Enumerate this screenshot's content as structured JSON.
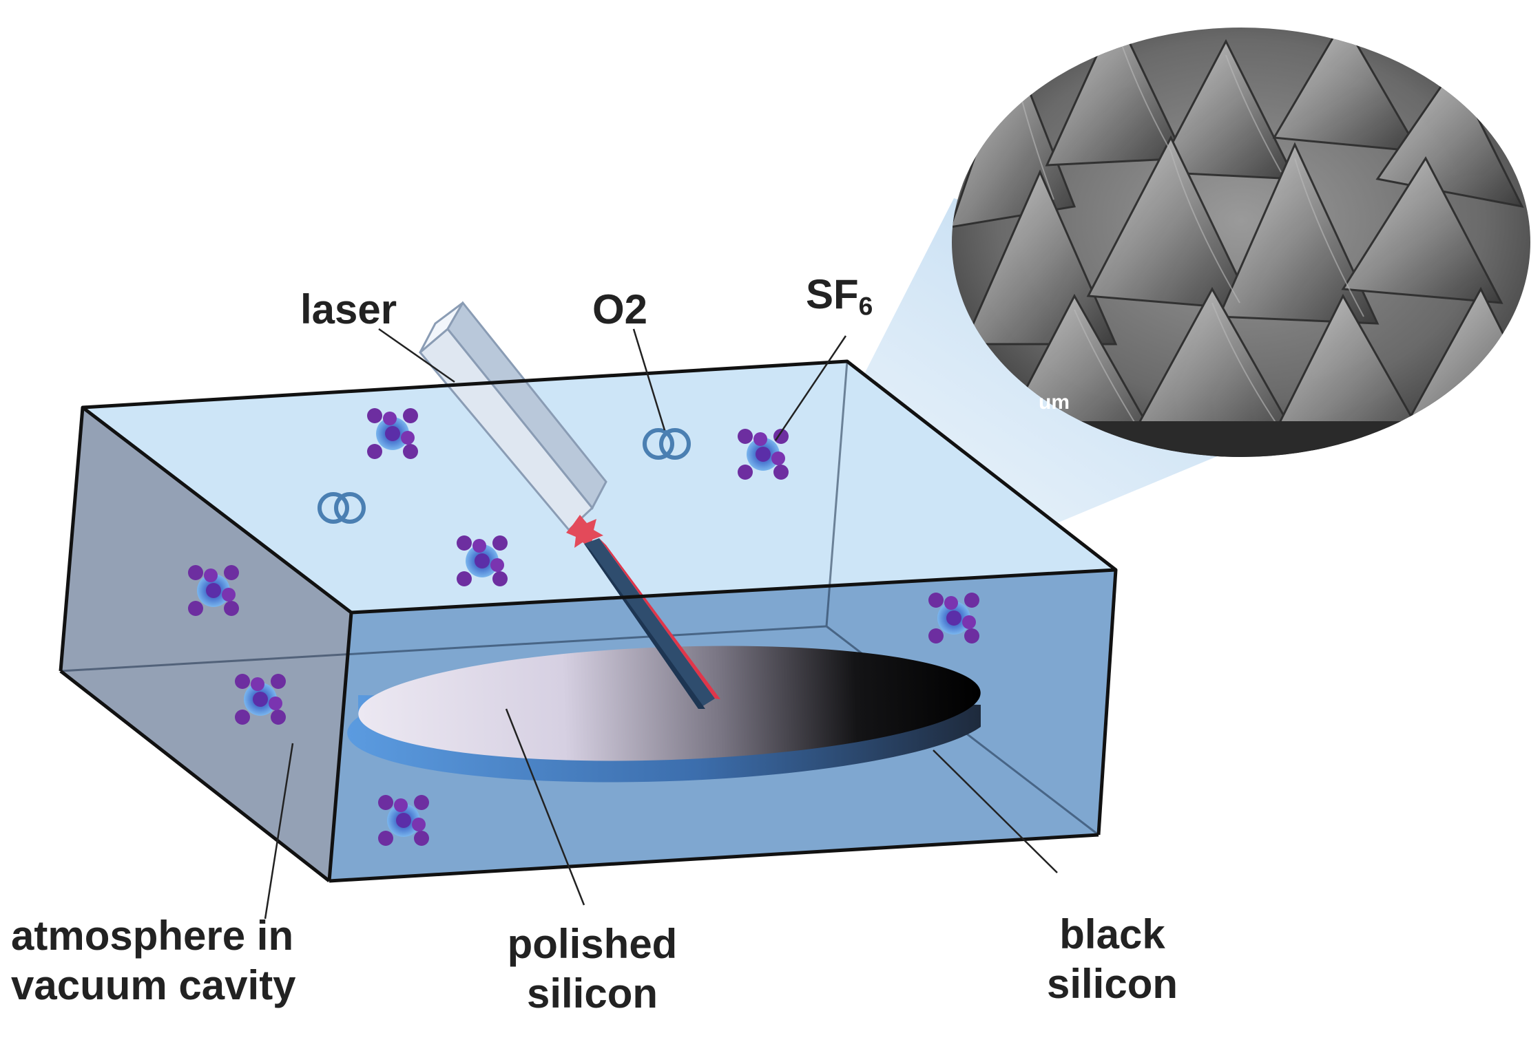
{
  "labels": {
    "laser": "laser",
    "o2": "O2",
    "sf6_main": "SF",
    "sf6_sub": "6",
    "atmosphere_line1": "atmosphere in",
    "atmosphere_line2": "vacuum cavity",
    "polished_line1": "polished",
    "polished_line2": "silicon",
    "black_line1": "black",
    "black_line2": "silicon"
  },
  "sem_inset": {
    "scale_text": "um"
  },
  "colors": {
    "chamber_top": "#cfe6f7",
    "chamber_front": "#7ea6cf",
    "chamber_side": "#8d9bb0",
    "chamber_edge": "#111111",
    "wafer_light": "#d9d4e4",
    "wafer_dark": "#050505",
    "wafer_rim": "#3f78c0",
    "laser_beam": "#d8e2ee",
    "laser_glow": "#e23a4a",
    "molecule_core": "#6a3fb0",
    "molecule_halo": "#5a9fe0",
    "molecule_satellite": "#6d2ea0",
    "o2_ring": "#4a7fb2"
  },
  "icons": [
    "sf6-molecule-icon",
    "o2-molecule-icon"
  ]
}
